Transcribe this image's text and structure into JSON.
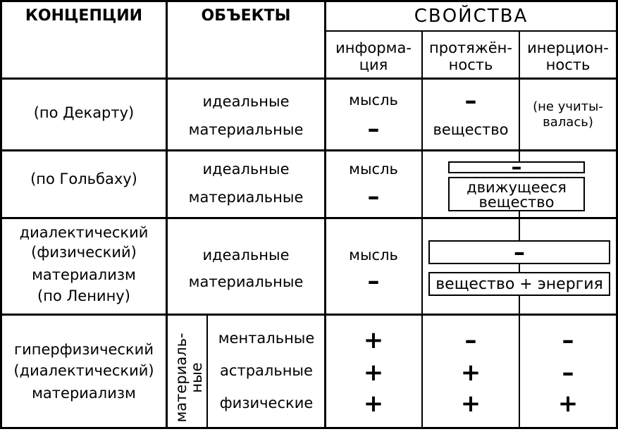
{
  "header": {
    "concepts": "КОНЦЕПЦИИ",
    "objects": "ОБЪЕКТЫ",
    "properties": "СВОЙСТВА",
    "prop_info": [
      "информа-",
      "ция"
    ],
    "prop_extent": [
      "протяжён-",
      "ность"
    ],
    "prop_inertia": [
      "инерцион-",
      "ность"
    ]
  },
  "rows": [
    {
      "concept": [
        "(по  Декарту)"
      ],
      "objects": [
        "идеальные",
        "материальные"
      ],
      "info": [
        "мысль",
        "–"
      ],
      "extent": [
        "–",
        "вещество"
      ],
      "inertia": [
        "(не учиты-",
        "валась)"
      ]
    },
    {
      "concept": [
        "(по  Гольбаху)"
      ],
      "objects": [
        "идеальные",
        "материальные"
      ],
      "info": [
        "мысль",
        "–"
      ],
      "box_top": "–",
      "box_bottom": [
        "движущееся",
        "вещество"
      ]
    },
    {
      "concept": [
        "диалектический",
        "(физический)",
        "материализм",
        "(по Ленину)"
      ],
      "objects": [
        "идеальные",
        "материальные"
      ],
      "info": [
        "мысль",
        "–"
      ],
      "box_top": "–",
      "box_bottom": "вещество + энергия"
    },
    {
      "concept": [
        "гиперфизический",
        "(диалектический)",
        "материализм"
      ],
      "group_label": [
        "материаль-",
        "ные"
      ],
      "objects": [
        "ментальные",
        "астральные",
        "физические"
      ],
      "info": [
        "+",
        "+",
        "+"
      ],
      "extent": [
        "–",
        "+",
        "+"
      ],
      "inertia": [
        "–",
        "–",
        "+"
      ]
    }
  ]
}
